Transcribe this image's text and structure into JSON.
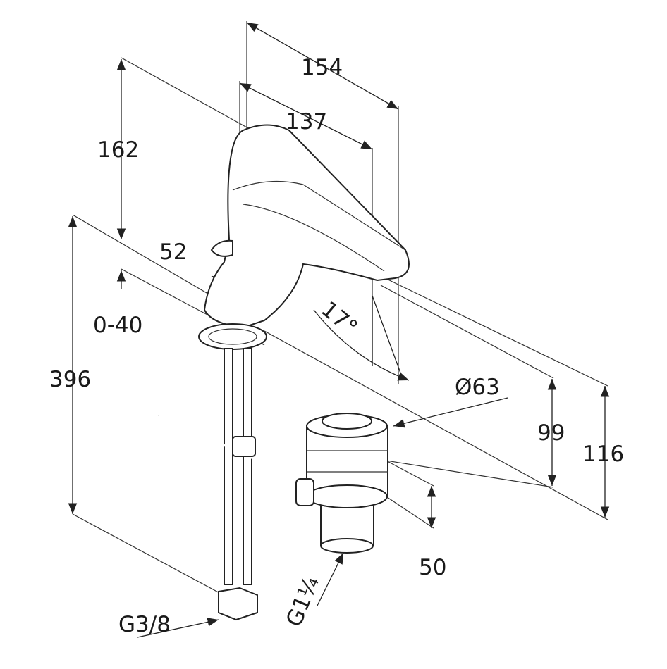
{
  "title": "Basin mixer dimension drawing",
  "dimensions": {
    "spout_reach_total": "154",
    "spout_reach": "137",
    "spout_height": "162",
    "handle_offset": "52",
    "deck_thickness": "0-40",
    "total_height": "396",
    "handle_angle": "17°",
    "waste_diameter": "Ø63",
    "outlet_height": "99",
    "total_outlet_height": "116",
    "waste_height": "50",
    "supply_connection": "G3/8",
    "waste_connection": "G1¼"
  },
  "colors": {
    "line": "#222222",
    "background": "#ffffff"
  }
}
